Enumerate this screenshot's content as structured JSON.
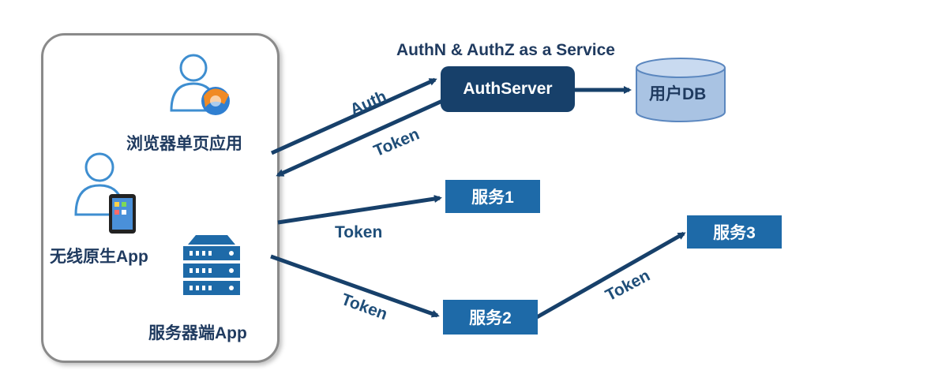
{
  "title": "AuthN & AuthZ as a Service",
  "auth_server": "AuthServer",
  "db": "用户DB",
  "clients": {
    "browser_spa": "浏览器单页应用",
    "native_app": "无线原生App",
    "server_app": "服务器端App"
  },
  "services": {
    "s1": "服务1",
    "s2": "服务2",
    "s3": "服务3"
  },
  "arrows": {
    "auth": "Auth",
    "token_back": "Token",
    "token_s1": "Token",
    "token_s2": "Token",
    "token_s3": "Token"
  },
  "colors": {
    "arrow": "#17406a",
    "service_box": "#1e6aa8",
    "auth_server": "#17406a",
    "db_fill": "#a9c3e3",
    "user_outline": "#3e8ed0"
  }
}
